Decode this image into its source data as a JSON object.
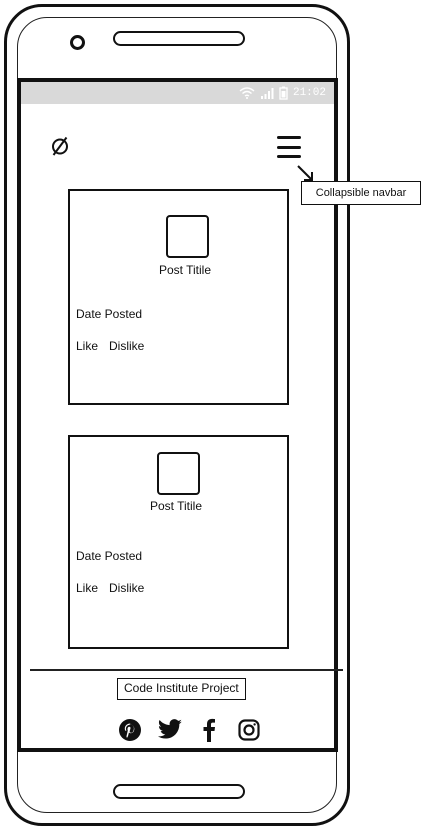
{
  "status_bar": {
    "time": "21:02",
    "wifi_icon": "wifi-icon",
    "signal_icon": "signal-icon",
    "battery_icon": "battery-icon"
  },
  "header": {
    "logo_icon": "empty-set-logo-icon",
    "menu_icon": "hamburger-menu-icon"
  },
  "annotation": {
    "label": "Collapsible navbar"
  },
  "posts": [
    {
      "title": "Post Titile",
      "date_label": "Date Posted",
      "like_label": "Like",
      "dislike_label": "Dislike"
    },
    {
      "title": "Post Titile",
      "date_label": "Date Posted",
      "like_label": "Like",
      "dislike_label": "Dislike"
    }
  ],
  "footer": {
    "label": "Code Institute Project",
    "socials": [
      "pinterest-icon",
      "twitter-icon",
      "facebook-icon",
      "instagram-icon"
    ]
  }
}
